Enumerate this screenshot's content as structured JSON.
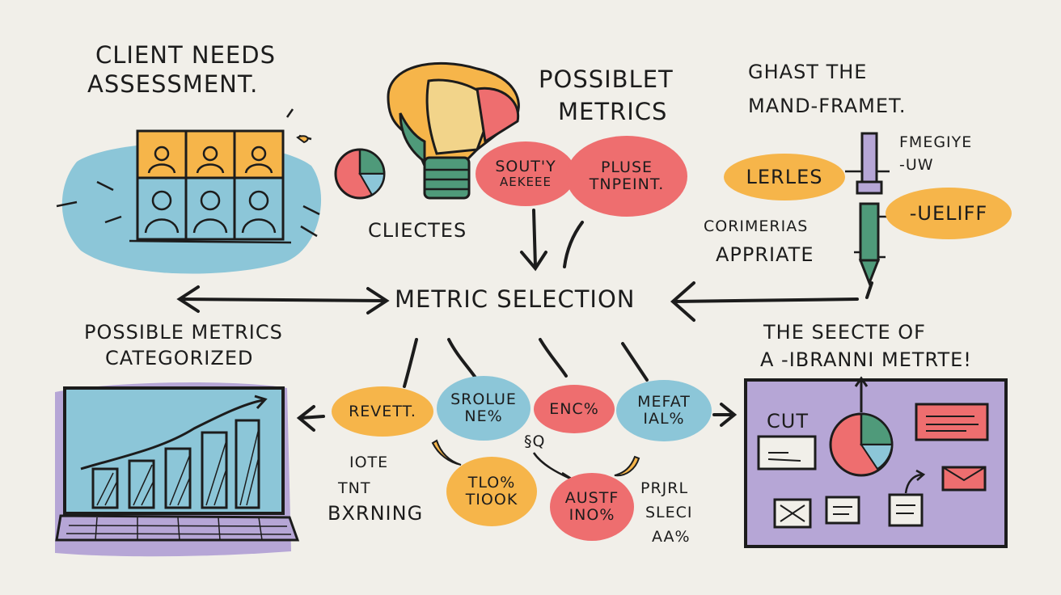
{
  "title": "METRIC SELECTION",
  "colors": {
    "background": "#f1efe9",
    "orange": "#f6b54a",
    "red": "#ee6e6f",
    "blue": "#8cc6d8",
    "purple": "#b6a6d6",
    "green": "#4f9a7a",
    "ink": "#1c1c1c"
  },
  "top_left": {
    "heading": [
      "CLIENT NEEDS",
      "ASSESSMENT."
    ],
    "icon": "people-grid-icon"
  },
  "top_center": {
    "heading": [
      "POSSIBLET",
      "METRICS"
    ],
    "bubble_left": [
      "SOUT'Y",
      "AEKEEE"
    ],
    "bubble_right": [
      "PLUSE",
      "TNPEINT."
    ],
    "caption": "CLIECTES",
    "icons": [
      "lightbulb-icon",
      "pie-chart-icon"
    ]
  },
  "top_right": {
    "heading": [
      "GHAST THE",
      "MAND-FRAMET."
    ],
    "blob_left": "LERLES",
    "label_right": [
      "FMEGIYE",
      "-UW"
    ],
    "blob_right": "-UELIFF",
    "caption": [
      "CORIMERIAS",
      "APPRIATE"
    ],
    "icon": "pen-icon"
  },
  "bottom_left": {
    "heading": [
      "POSSIBLE METRICS",
      "CATEGORIZED"
    ],
    "icon": "laptop-bar-chart-icon"
  },
  "bottom_center": {
    "blobs": [
      {
        "text": "REVETT.",
        "color": "orange"
      },
      {
        "text": [
          "SROLUE",
          "NE%"
        ],
        "color": "blue"
      },
      {
        "text": "ENC%",
        "color": "red"
      },
      {
        "text": [
          "MEFAT",
          "IAL%"
        ],
        "color": "blue"
      },
      {
        "text": [
          "TLO%",
          "TIOOK"
        ],
        "color": "orange"
      },
      {
        "text": [
          "AUSTF",
          "INO%"
        ],
        "color": "red"
      }
    ],
    "left_label": [
      "IOTE",
      "TNT",
      "BXRNING"
    ],
    "right_label": [
      "PRJRL",
      "SLECI",
      "AA%"
    ],
    "squiggle": "§Q"
  },
  "bottom_right": {
    "heading": [
      "THE SEECTE OF",
      "A -IBRANNI METRTE!"
    ],
    "board_label": "CUT",
    "icon": "dashboard-board-icon"
  }
}
